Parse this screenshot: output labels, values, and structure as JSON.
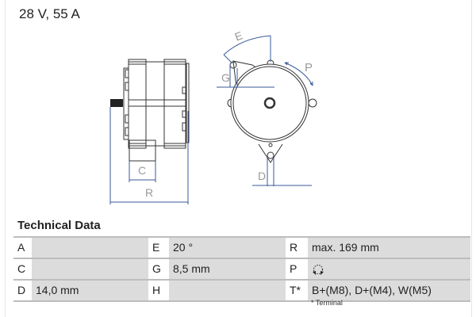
{
  "header": {
    "title": "28 V, 55 A"
  },
  "diagram": {
    "labels": {
      "E": "E",
      "G": "G",
      "P": "P",
      "C": "C",
      "R": "R",
      "D": "D"
    },
    "dimension_color": "#3a5a9a",
    "line_color": "#333333"
  },
  "technical_data": {
    "heading": "Technical Data",
    "rows": [
      [
        {
          "label": "A",
          "value": ""
        },
        {
          "label": "E",
          "value": "20 °"
        },
        {
          "label": "R",
          "value": "max. 169 mm"
        }
      ],
      [
        {
          "label": "C",
          "value": ""
        },
        {
          "label": "G",
          "value": "8,5 mm"
        },
        {
          "label": "P",
          "value": "",
          "icon": "rotation-both-directions-icon"
        }
      ],
      [
        {
          "label": "D",
          "value": "14,0 mm"
        },
        {
          "label": "H",
          "value": ""
        },
        {
          "label": "T*",
          "value": "B+(M8), D+(M4), W(M5)"
        }
      ]
    ],
    "footnote": "* Terminal"
  }
}
